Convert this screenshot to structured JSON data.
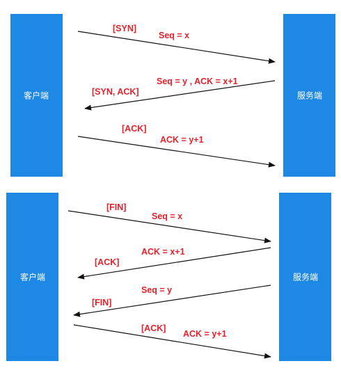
{
  "colors": {
    "box": "#1e88e5",
    "box_text": "#ffffff",
    "label": "#e8202a",
    "arrow": "#111111"
  },
  "handshake": {
    "client_label": "客户端",
    "server_label": "服务端",
    "messages": [
      {
        "flag": "[SYN]",
        "detail": "Seq = x",
        "direction": "client-to-server"
      },
      {
        "flag": "[SYN, ACK]",
        "detail": "Seq = y , ACK = x+1",
        "direction": "server-to-client"
      },
      {
        "flag": "[ACK]",
        "detail": "ACK = y+1",
        "direction": "client-to-server"
      }
    ]
  },
  "teardown": {
    "client_label": "客户端",
    "server_label": "服务端",
    "messages": [
      {
        "flag": "[FIN]",
        "detail": "Seq = x",
        "direction": "client-to-server"
      },
      {
        "flag": "[ACK]",
        "detail": "ACK = x+1",
        "direction": "server-to-client"
      },
      {
        "flag": "[FIN]",
        "detail": "Seq = y",
        "direction": "server-to-client"
      },
      {
        "flag": "[ACK]",
        "detail": "ACK = y+1",
        "direction": "client-to-server"
      }
    ]
  }
}
